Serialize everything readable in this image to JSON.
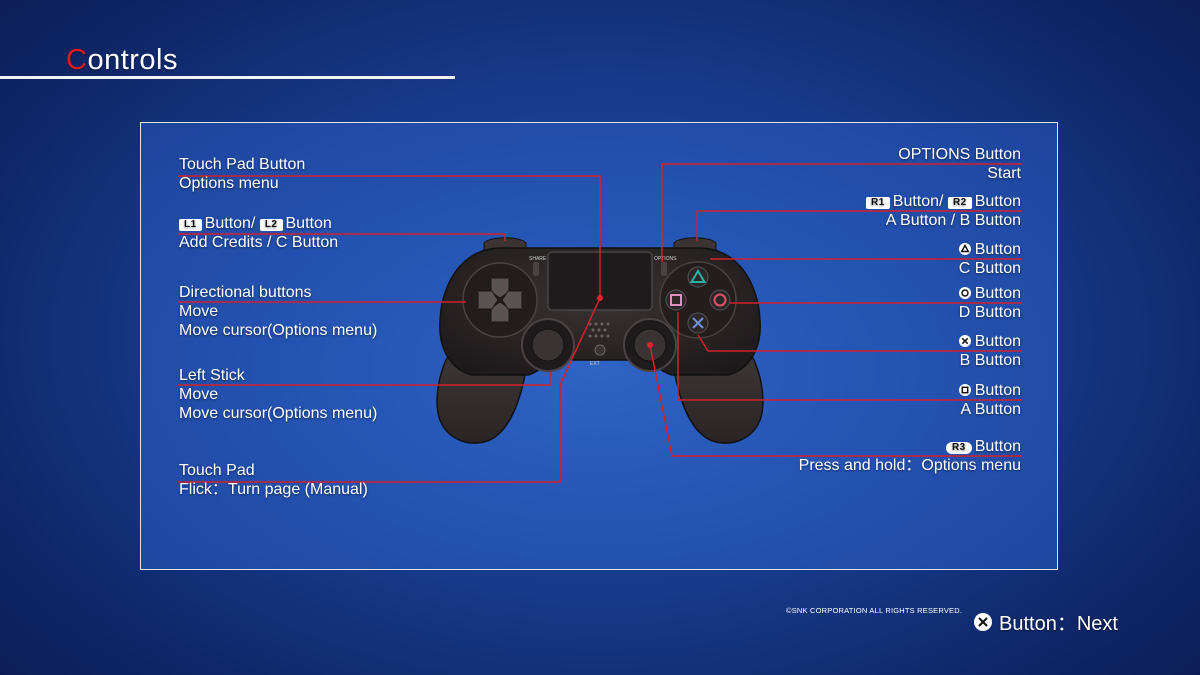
{
  "screen_title_first_letter": "C",
  "screen_title_rest": "ontrols",
  "left_labels": {
    "touch_pad_button": {
      "head": "Touch Pad Button",
      "sub": "Options menu"
    },
    "l1_l2": {
      "key1": "L1",
      "text1": "Button/",
      "key2": "L2",
      "text2": "Button",
      "sub": "Add Credits / C Button"
    },
    "directional": {
      "head": "Directional buttons",
      "sub1": "Move",
      "sub2": "Move cursor(Options menu)"
    },
    "left_stick": {
      "head": "Left Stick",
      "sub1": "Move",
      "sub2": "Move cursor(Options menu)"
    },
    "touch_pad": {
      "head": "Touch Pad",
      "sub": "Flick：Turn page (Manual)"
    }
  },
  "right_labels": {
    "options_button": {
      "head": "OPTIONS Button",
      "sub": "Start"
    },
    "r1_r2": {
      "key1": "R1",
      "text1": "Button/",
      "key2": "R2",
      "text2": "Button",
      "sub": "A Button / B Button"
    },
    "triangle": {
      "head": "Button",
      "sub": "C Button"
    },
    "circle": {
      "head": "Button",
      "sub": "D Button"
    },
    "cross": {
      "head": "Button",
      "sub": "B Button"
    },
    "square": {
      "head": "Button",
      "sub": "A Button"
    },
    "r3": {
      "key": "R3",
      "head": "Button",
      "sub": "Press and hold：Options menu"
    }
  },
  "controller": {
    "share_label": "SHARE",
    "options_label": "OPTIONS",
    "ext_label": "EXT",
    "body_color": "#2a2425",
    "accent_color": "#d3202a"
  },
  "icons": {
    "triangle": "triangle-icon",
    "circle": "circle-icon",
    "cross": "cross-icon",
    "square": "square-icon"
  },
  "footer": {
    "copyright": "©SNK CORPORATION ALL RIGHTS RESERVED.",
    "next_label": "Button：Next"
  }
}
